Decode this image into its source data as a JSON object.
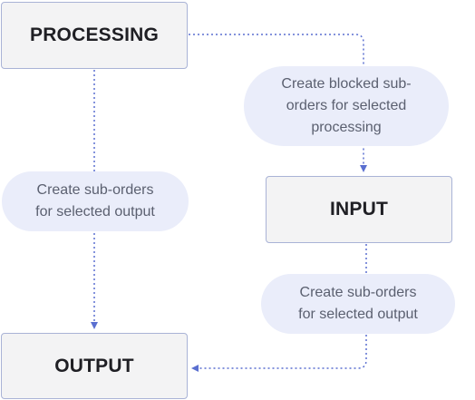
{
  "diagram": {
    "nodes": {
      "processing": "PROCESSING",
      "input": "INPUT",
      "output": "OUTPUT"
    },
    "edge_labels": {
      "processing_to_input": [
        "Create blocked sub-",
        "orders for selected",
        "processing"
      ],
      "processing_to_output": [
        "Create sub-orders",
        "for selected output"
      ],
      "input_to_output": [
        "Create sub-orders",
        "for selected output"
      ]
    },
    "edges": [
      {
        "from": "processing",
        "to": "input",
        "style": "dotted"
      },
      {
        "from": "processing",
        "to": "output",
        "style": "dotted"
      },
      {
        "from": "input",
        "to": "output",
        "style": "dotted"
      }
    ],
    "colors": {
      "connector": "#5a6fd0",
      "node_fill": "#f3f3f4",
      "node_border": "#a9b3d6",
      "label_fill": "#eaedfa",
      "label_text": "#5b6070",
      "node_text": "#1f1f24"
    }
  }
}
